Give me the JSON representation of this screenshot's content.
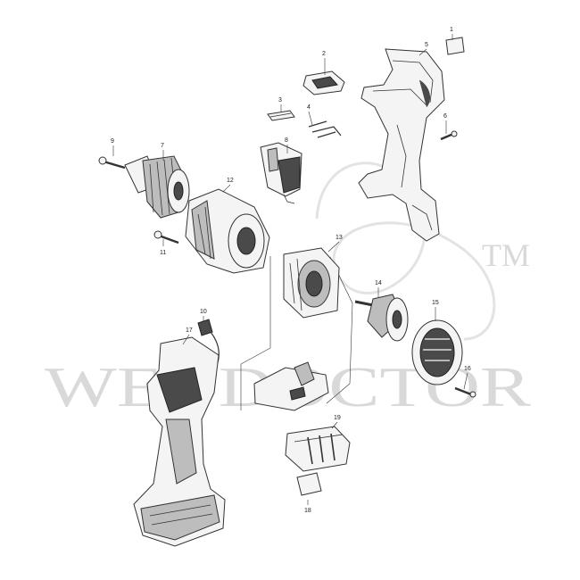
{
  "watermark": {
    "brand": "WEDDOCTOR",
    "mark": "TM"
  },
  "parts": [
    {
      "id": "p1",
      "number": "1"
    },
    {
      "id": "p2",
      "number": "2"
    },
    {
      "id": "p3",
      "number": "3"
    },
    {
      "id": "p4",
      "number": "4"
    },
    {
      "id": "p5",
      "number": "5"
    },
    {
      "id": "p6",
      "number": "6"
    },
    {
      "id": "p7",
      "number": "7"
    },
    {
      "id": "p8",
      "number": "8"
    },
    {
      "id": "p9",
      "number": "9"
    },
    {
      "id": "p10",
      "number": "10"
    },
    {
      "id": "p11",
      "number": "11"
    },
    {
      "id": "p12",
      "number": "12"
    },
    {
      "id": "p13",
      "number": "13"
    },
    {
      "id": "p14",
      "number": "14"
    },
    {
      "id": "p15",
      "number": "15"
    },
    {
      "id": "p16",
      "number": "16"
    },
    {
      "id": "p17",
      "number": "17"
    },
    {
      "id": "p18",
      "number": "18"
    },
    {
      "id": "p19",
      "number": "19"
    }
  ]
}
